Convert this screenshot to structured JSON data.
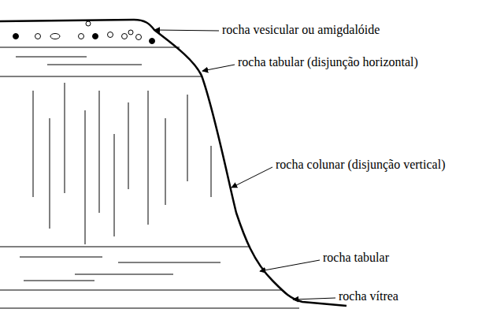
{
  "diagram": {
    "labels": [
      "rocha vesicular ou amigdalóide",
      "rocha tabular (disjunção horizontal)",
      "rocha colunar (disjunção vertical)",
      "rocha tabular",
      "rocha vítrea"
    ]
  }
}
